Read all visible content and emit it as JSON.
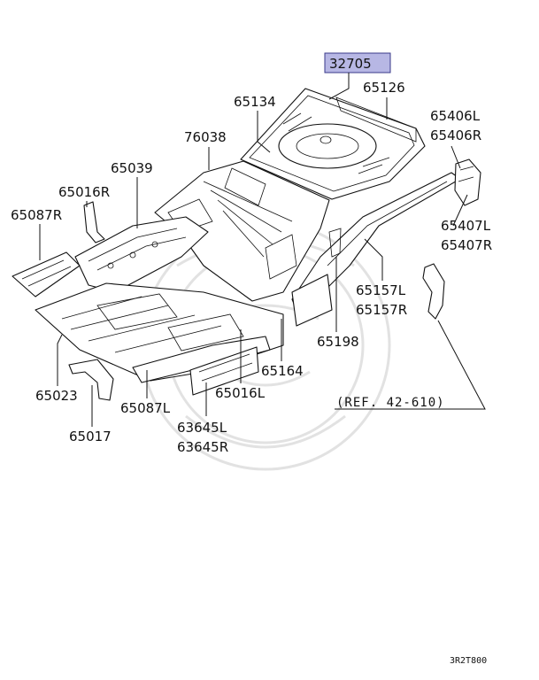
{
  "highlight_color": "#b7b7e4",
  "labels": {
    "p32705": "32705",
    "p65126": "65126",
    "p65134": "65134",
    "p76038": "76038",
    "p65039": "65039",
    "p65016R": "65016R",
    "p65087R": "65087R",
    "p65406L": "65406L",
    "p65406R": "65406R",
    "p65407L": "65407L",
    "p65407R": "65407R",
    "p65157L": "65157L",
    "p65157R": "65157R",
    "p65198": "65198",
    "p65164": "65164",
    "p65016L": "65016L",
    "p63645L": "63645L",
    "p63645R": "63645R",
    "p65023": "65023",
    "p65087L": "65087L",
    "p65017": "65017"
  },
  "reference": "(REF. 42-610)",
  "diagram_code": "3R2T800"
}
